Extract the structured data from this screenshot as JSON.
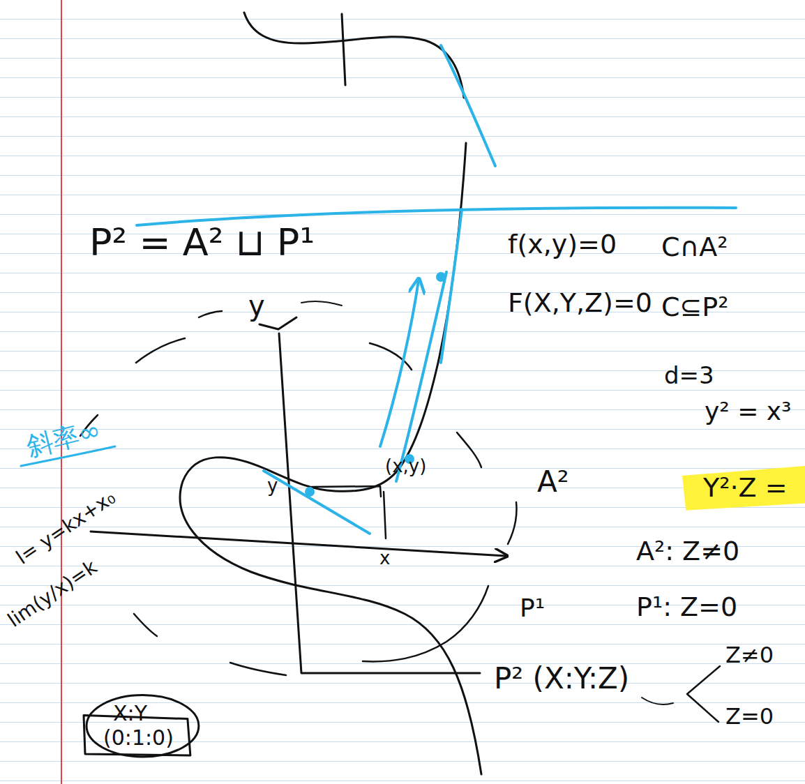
{
  "diagram": {
    "nodes": [
      {
        "text": [
          "X:Y",
          "(0:1:0)"
        ]
      },
      {
        "text": [
          "Y²·Z ="
        ]
      }
    ],
    "labels": [
      "P² = A² ⊔ P¹",
      "y",
      "f(x,y)=0",
      "C∩A²",
      "F(X,Y,Z)=0",
      "C⊆P²",
      "d=3",
      "y² = x³",
      "斜率∞",
      "l= y=kx+x₀",
      "lim(y/x)=k",
      "y",
      "(x,y)",
      "A²",
      "x",
      "P¹",
      "A²: Z≠0",
      "P¹: Z=0",
      "P² (X:Y:Z)",
      "Z≠0",
      "Z=0"
    ]
  }
}
